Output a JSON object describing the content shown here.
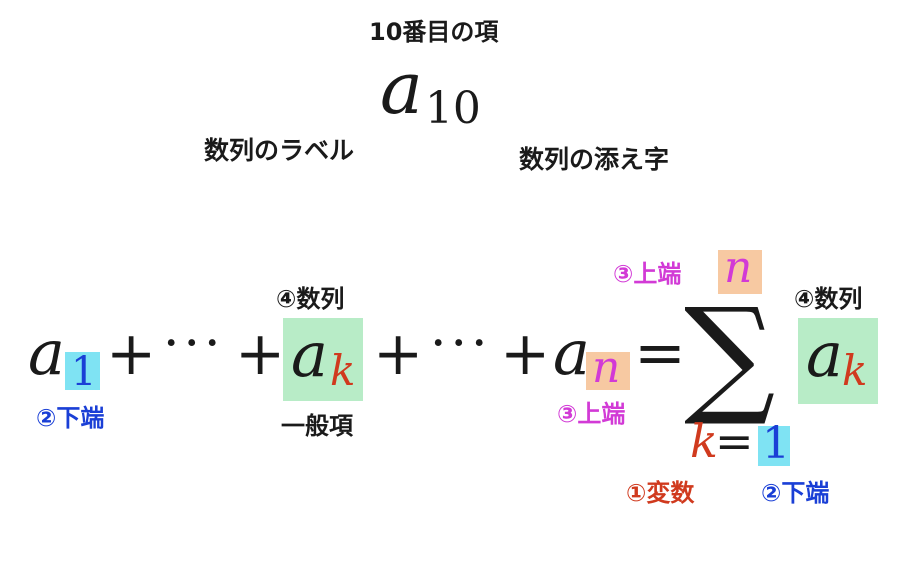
{
  "colors": {
    "text": "#1a1a1a",
    "blue": "#1a3fd6",
    "red": "#d03a1e",
    "magenta": "#d23ad6",
    "cyan_highlight": "#7fe3f3",
    "green_highlight": "#b8ecc7",
    "orange_highlight": "#f7c9a2"
  },
  "top": {
    "title": "10番目の項",
    "term_letter": "a",
    "term_subscript": "10",
    "label_left": "数列のラベル",
    "label_right": "数列の添え字"
  },
  "formula": {
    "a": "a",
    "sub1": "1",
    "plus": "+",
    "dots": "···",
    "sub_k": "k",
    "sub_n": "n",
    "equals": "=",
    "sigma": "∑",
    "k": "k",
    "one": "1"
  },
  "annotations": {
    "lower_bound_left": "②下端",
    "sequence_mid": "④数列",
    "general_term": "一般項",
    "upper_bound_left": "③上端",
    "upper_bound_top": "③上端",
    "upper_value": "n",
    "sequence_right": "④数列",
    "variable": "①変数",
    "lower_bound_right": "②下端"
  }
}
